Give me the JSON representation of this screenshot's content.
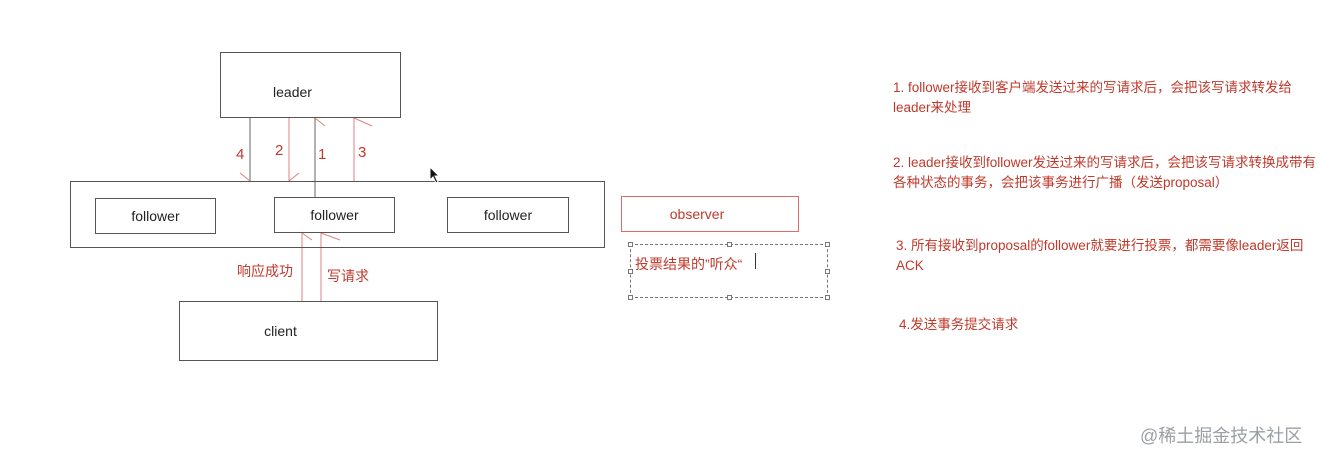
{
  "diagram": {
    "leader": "leader",
    "followers": [
      "follower",
      "follower",
      "follower"
    ],
    "client": "client",
    "observer": "observer",
    "arrow_numbers": [
      "4",
      "2",
      "1",
      "3"
    ],
    "response_label": "响应成功",
    "write_label": "写请求",
    "annotation": "投票结果的”听众“"
  },
  "notes": [
    "1. follower接收到客户端发送过来的写请求后，会把该写请求转发给leader来处理",
    "2. leader接收到follower发送过来的写请求后，会把该写请求转换成带有各种状态的事务，会把该事务进行广播（发送proposal）",
    "3. 所有接收到proposal的follower就要进行投票，都需要像leader返回ACK",
    "4.发送事务提交请求"
  ],
  "watermark": "@稀土掘金技术社区",
  "colors": {
    "accent": "#c0392b",
    "line": "#555555",
    "watermark": "#9aa0a6"
  }
}
